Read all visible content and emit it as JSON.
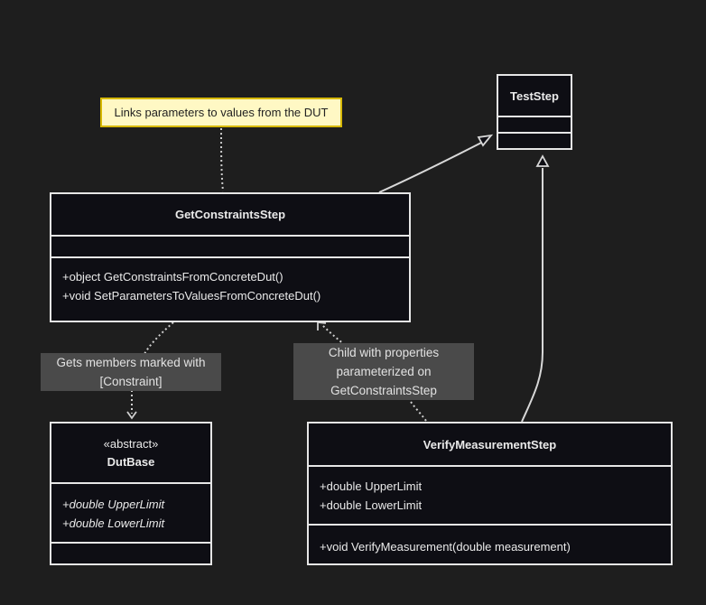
{
  "note": {
    "text": "Links parameters to values from the DUT"
  },
  "classes": {
    "test_step": {
      "name": "TestStep"
    },
    "get_constraints_step": {
      "name": "GetConstraintsStep",
      "methods": [
        "+object GetConstraintsFromConcreteDut()",
        "+void SetParametersToValuesFromConcreteDut()"
      ]
    },
    "dut_base": {
      "stereotype": "«abstract»",
      "name": "DutBase",
      "attributes": [
        "+double UpperLimit",
        "+double LowerLimit"
      ]
    },
    "verify_measurement_step": {
      "name": "VerifyMeasurementStep",
      "attributes": [
        "+double UpperLimit",
        "+double LowerLimit"
      ],
      "methods": [
        "+void VerifyMeasurement(double measurement)"
      ]
    }
  },
  "edge_labels": {
    "gets_members": [
      "Gets members marked with",
      "[Constraint]"
    ],
    "child_with_properties": [
      "Child with properties",
      "parameterized on",
      "GetConstraintsStep"
    ]
  },
  "colors": {
    "background": "#1e1e1e",
    "box_fill": "#0e0e14",
    "box_border": "#e6e6e6",
    "note_fill": "#fff8c4",
    "note_border": "#d6b800",
    "label_fill": "#4a4a4a"
  }
}
